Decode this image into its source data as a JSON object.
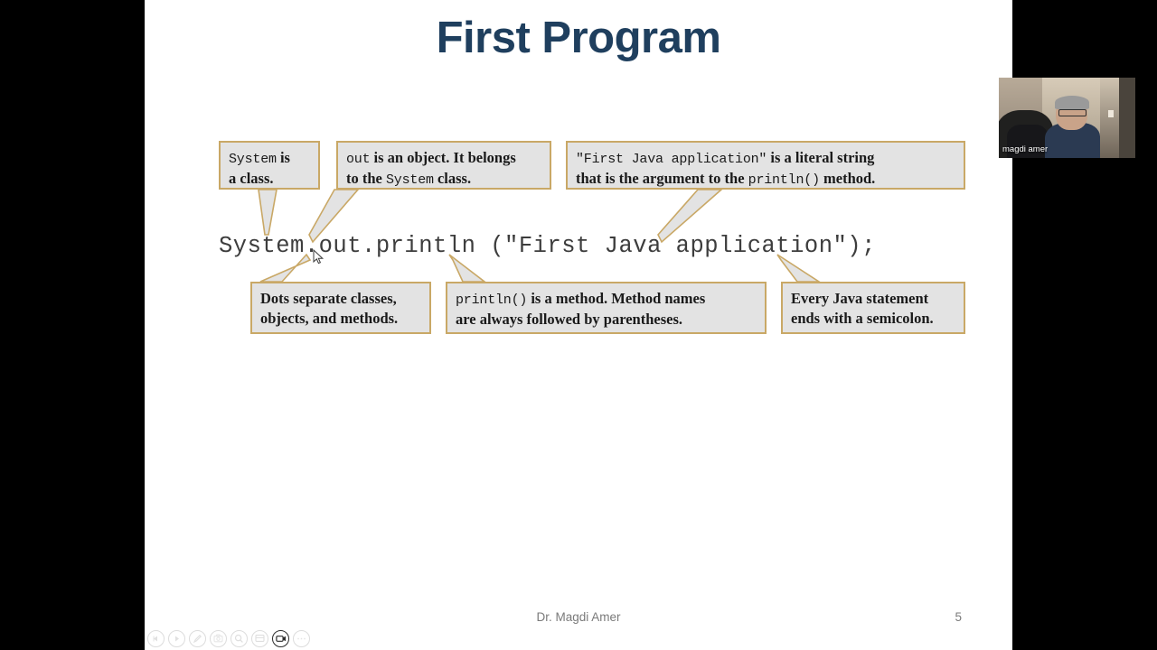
{
  "slide": {
    "title": "First Program",
    "code_line": "System.out.println (\"First Java application\");",
    "footer_author": "Dr. Magdi Amer",
    "footer_page": "5",
    "title_color": "#1f3f5e",
    "callout_fill": "#e3e3e3",
    "callout_border": "#c9a866",
    "background": "#ffffff"
  },
  "callouts": [
    {
      "id": "system-class",
      "line1_pre": "System",
      "line1_post": " is",
      "line2": "a class.",
      "full_text": "System is a class."
    },
    {
      "id": "out-object",
      "line1_pre": "out",
      "line1_post": " is an object. It belongs",
      "line2_pre": "to the ",
      "line2_mono": "System",
      "line2_post": " class.",
      "full_text": "out is an object. It belongs to the System class."
    },
    {
      "id": "literal-string",
      "line1_mono": "\"First Java application\"",
      "line1_post": " is a literal string",
      "line2_pre": "that is the argument to the ",
      "line2_mono": "println()",
      "line2_post": " method.",
      "full_text": "\"First Java application\" is a literal string that is the argument to the println() method."
    },
    {
      "id": "dots-separate",
      "line1": "Dots separate classes,",
      "line2": "objects, and methods.",
      "full_text": "Dots separate classes, objects, and methods."
    },
    {
      "id": "println-method",
      "line1_mono": "println()",
      "line1_post": " is a method. Method names",
      "line2": "are always followed by parentheses.",
      "full_text": "println() is a method. Method names are always followed by parentheses."
    },
    {
      "id": "semicolon",
      "line1": "Every Java statement",
      "line2": "ends with a semicolon.",
      "full_text": "Every Java statement ends with a semicolon."
    }
  ],
  "webcam": {
    "participant_name": "magdi amer"
  },
  "toolbar": {
    "buttons": [
      {
        "name": "previous-slide-icon",
        "label": "Previous"
      },
      {
        "name": "next-slide-icon",
        "label": "Next"
      },
      {
        "name": "pen-annotate-icon",
        "label": "Annotate"
      },
      {
        "name": "screenshot-icon",
        "label": "Screenshot"
      },
      {
        "name": "zoom-search-icon",
        "label": "Zoom"
      },
      {
        "name": "notes-panel-icon",
        "label": "Notes"
      },
      {
        "name": "record-video-icon",
        "label": "Record"
      },
      {
        "name": "more-options-icon",
        "label": "More"
      }
    ]
  }
}
